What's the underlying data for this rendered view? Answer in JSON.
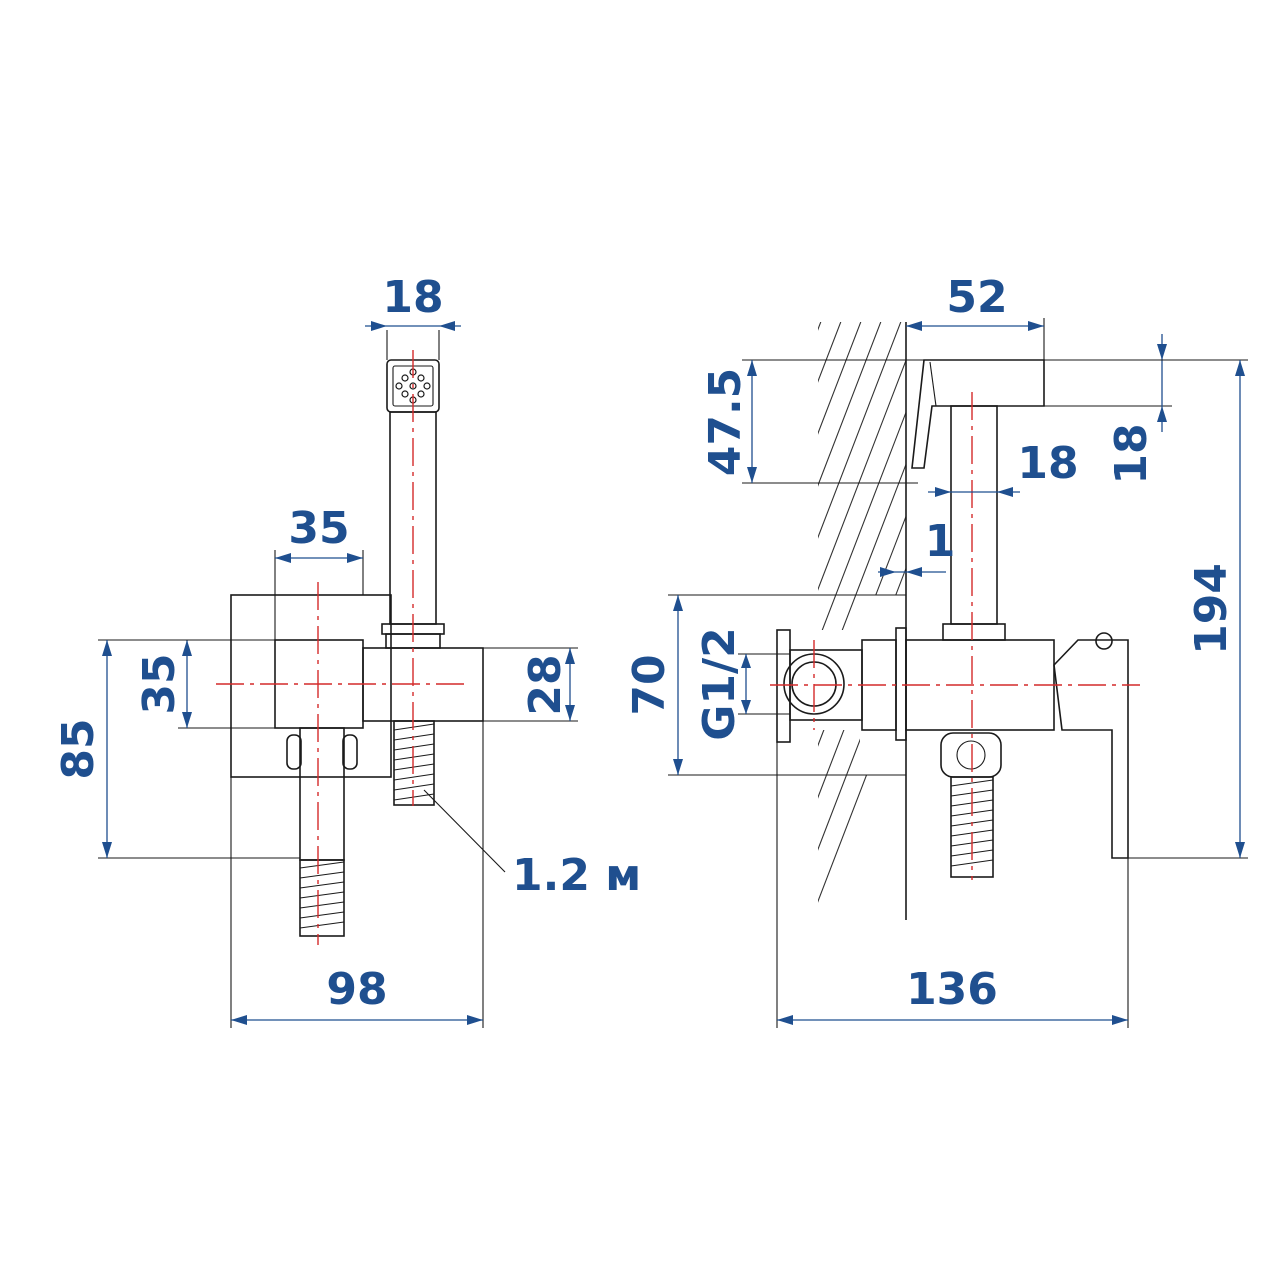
{
  "dimensions": {
    "front_width_total": "98",
    "front_height_total": "85",
    "front_box_width": "35",
    "front_box_height": "35",
    "front_body_height": "28",
    "handle_width": "18",
    "hose_length": "1.2 м",
    "side_depth_total": "136",
    "side_height_total": "194",
    "side_plate_height": "70",
    "thread_size": "G1/2",
    "side_top_depth": "52",
    "side_head_height": "47.5",
    "side_head_thickness": "18",
    "side_handle_width": "18",
    "wall_gap": "1"
  },
  "colors": {
    "dimension": "#1f4f8f",
    "centerline": "#d42a2a",
    "outline": "#1a1a1a"
  }
}
